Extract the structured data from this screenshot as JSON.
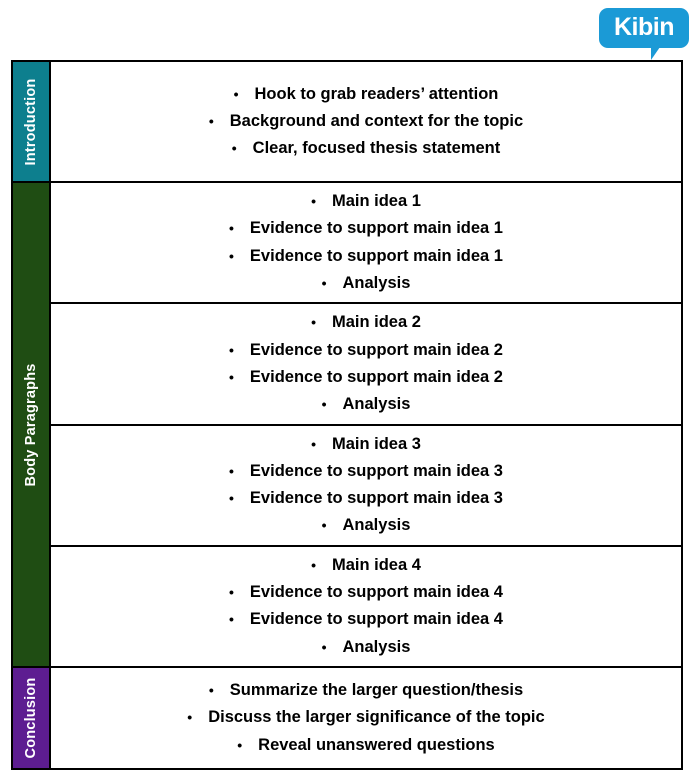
{
  "logo": {
    "name": "Kibin",
    "color": "#1b9ad6",
    "shape": "speech-bubble"
  },
  "colors": {
    "introduction": "#0d7f8e",
    "body": "#1f4d13",
    "conclusion": "#5d1d91",
    "border": "#000000",
    "text": "#000000",
    "label_text": "#ffffff"
  },
  "sections": [
    {
      "id": "introduction",
      "label": "Introduction",
      "color": "#0d7f8e",
      "blocks": [
        {
          "items": [
            "Hook to grab readers’ attention",
            "Background and context for the topic",
            "Clear, focused thesis statement"
          ]
        }
      ]
    },
    {
      "id": "body",
      "label": "Body Paragraphs",
      "color": "#1f4d13",
      "blocks": [
        {
          "items": [
            "Main idea 1",
            "Evidence to support main idea 1",
            "Evidence to support main idea 1",
            "Analysis"
          ]
        },
        {
          "items": [
            "Main idea 2",
            "Evidence to support main idea 2",
            "Evidence to support main idea 2",
            "Analysis"
          ]
        },
        {
          "items": [
            "Main idea 3",
            "Evidence to support main idea 3",
            "Evidence to support main idea 3",
            "Analysis"
          ]
        },
        {
          "items": [
            "Main idea 4",
            "Evidence to support main idea 4",
            "Evidence to support main idea 4",
            "Analysis"
          ]
        }
      ]
    },
    {
      "id": "conclusion",
      "label": "Conclusion",
      "color": "#5d1d91",
      "blocks": [
        {
          "items": [
            "Summarize the larger question/thesis",
            "Discuss the larger significance of the topic",
            "Reveal unanswered questions"
          ]
        }
      ]
    }
  ],
  "bullet_glyph": "•"
}
